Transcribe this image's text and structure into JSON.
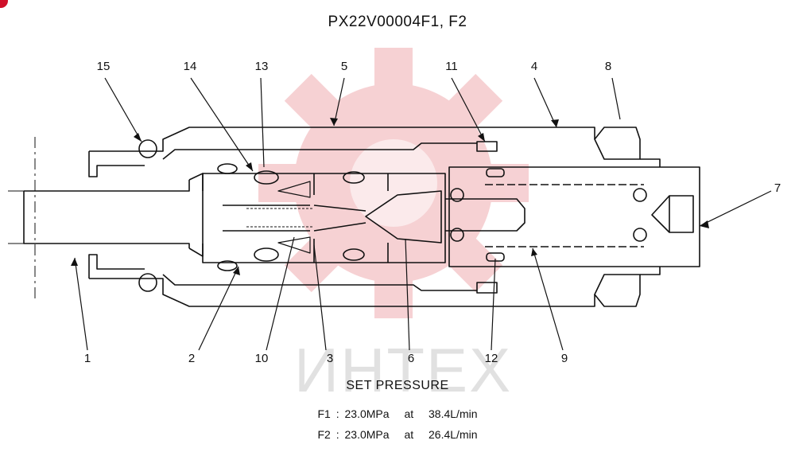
{
  "title": "PX22V00004F1, F2",
  "watermark": {
    "text": "ИНТЕХ",
    "gear_color": "#f4c6c9"
  },
  "accent_color": "#d0102a",
  "callouts": [
    "1",
    "2",
    "3",
    "4",
    "5",
    "6",
    "7",
    "8",
    "9",
    "10",
    "11",
    "12",
    "13",
    "14",
    "15"
  ],
  "set_pressure": {
    "heading": "SET PRESSURE",
    "lines": [
      {
        "label": "F1 :",
        "pressure": "23.0MPa",
        "at": "at",
        "flow": "38.4L/min"
      },
      {
        "label": "F2 :",
        "pressure": "23.0MPa",
        "at": "at",
        "flow": "26.4L/min"
      }
    ]
  }
}
